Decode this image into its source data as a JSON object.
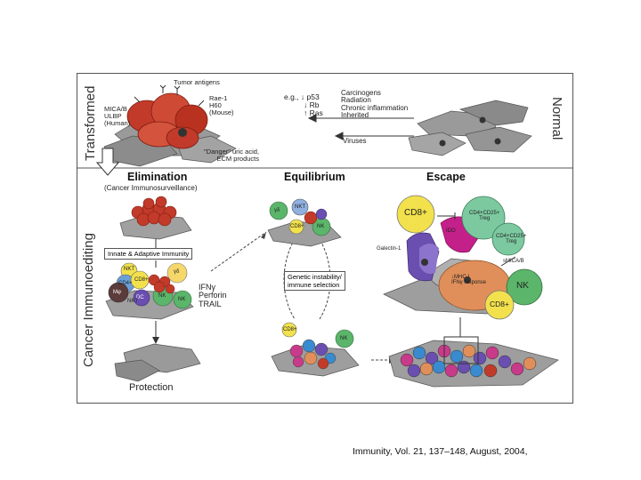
{
  "side_labels": {
    "top_left": "Transformed",
    "top_right": "Normal",
    "bottom_left": "Cancer Immunoediting"
  },
  "transformed": {
    "ligands_left": [
      "MICA/B",
      "ULBP",
      "(Human)"
    ],
    "tumor_antigens": "Tumor antigens",
    "ligands_right": [
      "Rae-1",
      "H60",
      "(Mouse)"
    ],
    "danger": [
      "\"Danger\" uric acid,",
      "ECM products"
    ]
  },
  "mechanisms": {
    "prefix": "e.g.,",
    "items": [
      "↓ p53",
      "↓ Rb",
      "↑ Ras"
    ]
  },
  "causes": [
    "Carcinogens",
    "Radiation",
    "Chronic inflammation",
    "Inherited"
  ],
  "viruses": "Viruses",
  "phases": {
    "elimination": {
      "title": "Elimination",
      "subtitle": "(Cancer Immunosurveillance)"
    },
    "equilibrium": {
      "title": "Equilibrium"
    },
    "escape": {
      "title": "Escape"
    }
  },
  "elimination_panel": {
    "box": "Innate & Adaptive Immunity",
    "effectors": [
      "IFNγ",
      "Perforin",
      "TRAIL"
    ],
    "outcome": "Protection",
    "cells": [
      "NKT",
      "γδ",
      "CD4+",
      "CD8+",
      "NK",
      "NK",
      "Mφ",
      "DC",
      "NKT"
    ]
  },
  "equilibrium_panel": {
    "cells": [
      "γδ",
      "NKT",
      "CD8+",
      "NK",
      "CD8+",
      "NK"
    ],
    "box": [
      "Genetic instability/",
      "immune selection"
    ]
  },
  "escape_panel": {
    "cd8_big": "CD8+",
    "treg1": [
      "CD4+CD25+",
      "Treg"
    ],
    "treg2": [
      "CD4+CD25+",
      "Treg"
    ],
    "galectin": "Galectin-1",
    "ido": "IDO",
    "smica": "sMICA/B",
    "mhc": [
      "↓MHC I",
      "IFNγ response"
    ],
    "nk": "NK",
    "cd8": "CD8+"
  },
  "citation": "Immunity, Vol. 21, 137–148, August, 2004,",
  "colors": {
    "tumor": "#c23a2a",
    "normal": "#8a8a8a",
    "nk": "#5bb56a",
    "cd8": "#f2e14c",
    "treg": "#7cc9a0",
    "escape_tumor": "#e08f5a",
    "purple": "#6a4fb0"
  }
}
